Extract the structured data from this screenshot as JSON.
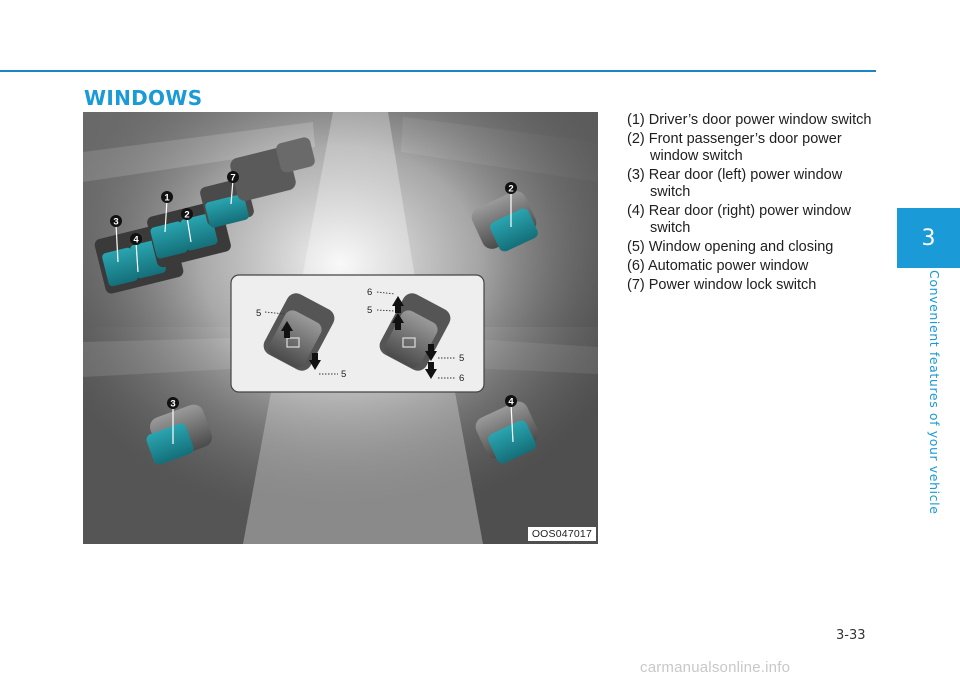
{
  "section": {
    "title": "WINDOWS"
  },
  "figure": {
    "code": "OOS047017",
    "callouts": {
      "c1": "1",
      "c2": "2",
      "c3": "3",
      "c4": "4",
      "c7": "7",
      "rear_left": "3",
      "front_passenger": "2",
      "rear_right": "4"
    },
    "inset_labels": {
      "left_up": "5",
      "left_down": "5",
      "right_up_outer": "6",
      "right_up_inner": "5",
      "right_down_inner": "5",
      "right_down_outer": "6"
    }
  },
  "legend": [
    "(1) Driver’s door power window switch",
    "(2) Front passenger’s door power window switch",
    "(3) Rear door (left) power window switch",
    "(4) Rear door (right) power window switch",
    "(5) Window opening and closing",
    "(6) Automatic power window",
    "(7) Power window lock switch"
  ],
  "chapter": {
    "number": "3",
    "title": "Convenient features of your vehicle"
  },
  "page": {
    "number": "3-33"
  },
  "watermark": "carmanualsonline.info",
  "colors": {
    "accent": "#1a9ad6",
    "switch_teal": "#1d8f9b"
  }
}
